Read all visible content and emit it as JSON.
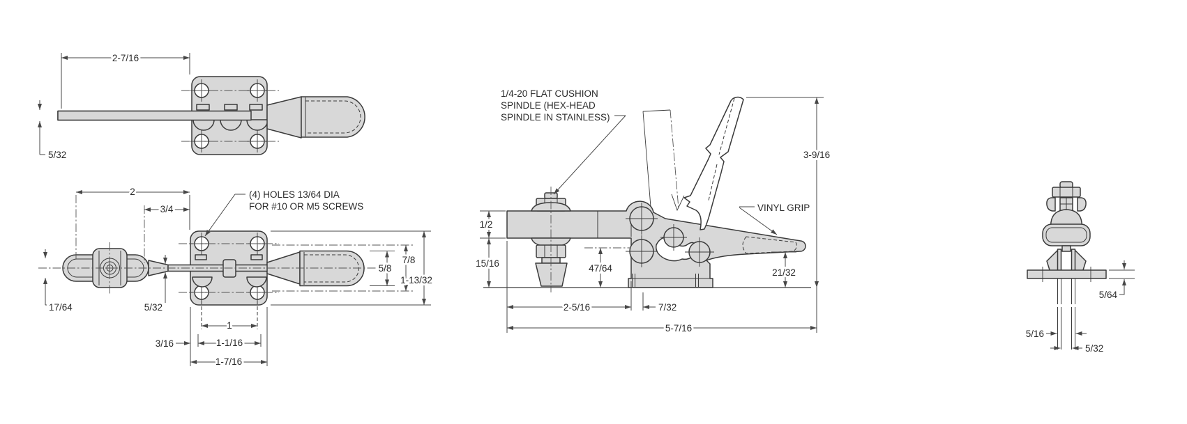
{
  "drawing": {
    "kind": "engineering dimension drawing - horizontal toggle clamp",
    "background_color": "#ffffff",
    "part_fill_color": "#d8d8d8",
    "line_color": "#3a3a3a"
  },
  "top_view": {
    "dim_length": "2-7/16",
    "dim_bar_thickness": "5/32"
  },
  "front_view": {
    "callout_line1": "(4) HOLES 13/64 DIA",
    "callout_line2": "FOR #10 OR M5 SCREWS",
    "dim_length": "2",
    "dim_offset": "3/4",
    "dim_eye_height": "17/64",
    "dim_rod_thickness": "5/32",
    "dim_hole_spacing": "1",
    "dim_edge_offset": "3/16",
    "dim_slot_spacing": "1-1/16",
    "dim_plate_width": "1-7/16",
    "dim_grip_dia": "5/8",
    "dim_hole_rows": "7/8",
    "dim_plate_height": "1-13/32"
  },
  "side_view": {
    "callout_line1": "1/4-20 FLAT CUSHION",
    "callout_line2": "SPINDLE (HEX-HEAD",
    "callout_line3": "SPINDLE IN STAINLESS)",
    "vinyl_grip_label": "VINYL GRIP",
    "dim_arm_thickness": "1/2",
    "dim_spindle_height": "15/16",
    "dim_pivot_height": "47/64",
    "dim_base_length": "2-5/16",
    "dim_flange_offset": "7/32",
    "dim_total_length": "5-7/16",
    "dim_handle_height": "3-9/16",
    "dim_grip_height": "21/32"
  },
  "end_view": {
    "dim_flange_thickness": "5/64",
    "dim_leg_span": "5/16",
    "dim_leg_gap": "5/32"
  }
}
